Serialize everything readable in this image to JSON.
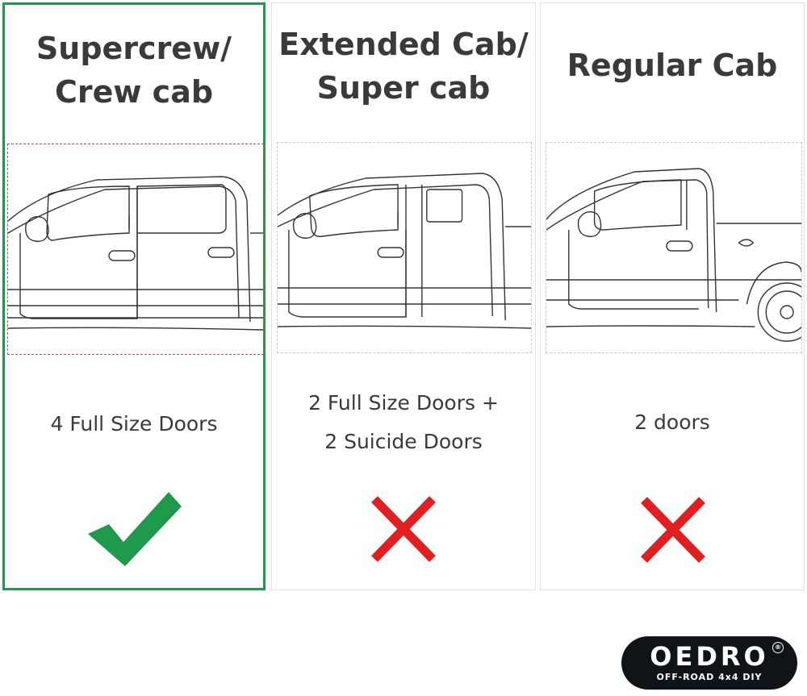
{
  "columns": [
    {
      "title_line1": "Supercrew/",
      "title_line2": "Crew cab",
      "image_icon": "crew-cab-truck-drawing",
      "desc_line1": "4 Full Size Doors",
      "desc_line2": "",
      "verdict": "check",
      "verdict_color": "#1e9a4a",
      "selected": true
    },
    {
      "title_line1": "Extended Cab/",
      "title_line2": "Super cab",
      "image_icon": "extended-cab-truck-drawing",
      "desc_line1": "2 Full Size Doors +",
      "desc_line2": "2 Suicide Doors",
      "verdict": "cross",
      "verdict_color": "#e02020",
      "selected": false
    },
    {
      "title_line1": "Regular Cab",
      "title_line2": "",
      "image_icon": "regular-cab-truck-drawing",
      "desc_line1": "2 doors",
      "desc_line2": "",
      "verdict": "cross",
      "verdict_color": "#e02020",
      "selected": false
    }
  ],
  "colors": {
    "selected_border": "#1e9a4a",
    "check": "#1e9a4a",
    "cross": "#e02020",
    "logo_bg": "#0f1419"
  },
  "logo": {
    "name": "OEDRO",
    "tagline": "OFF-ROAD 4x4 DIY",
    "registered": "®"
  }
}
